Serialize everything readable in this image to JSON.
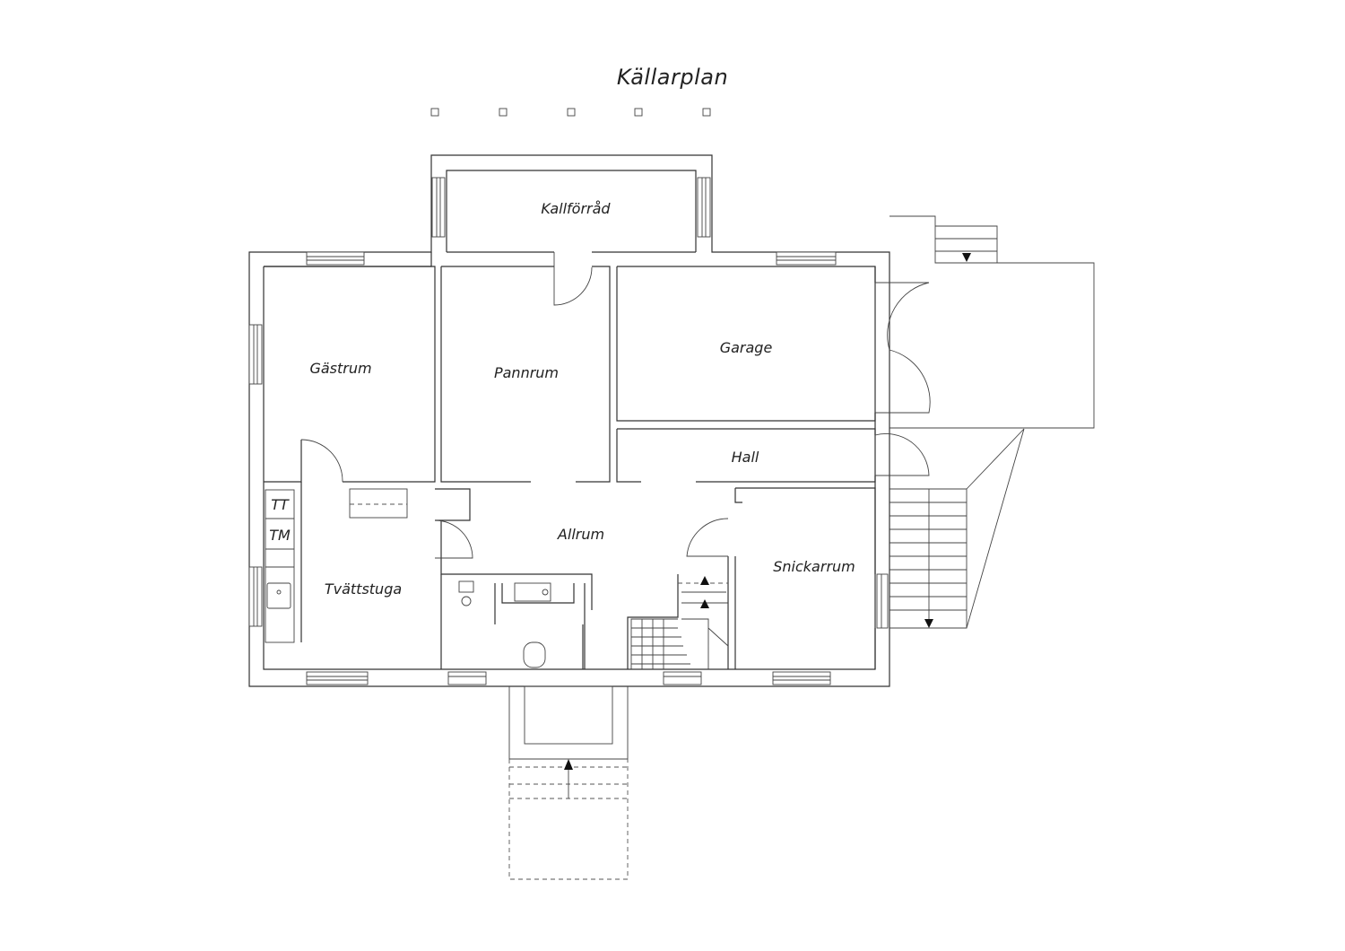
{
  "title": "Källarplan",
  "rooms": {
    "kallforrad": "Kallförråd",
    "gastrum": "Gästrum",
    "pannrum": "Pannrum",
    "garage": "Garage",
    "hall": "Hall",
    "allrum": "Allrum",
    "snickarrum": "Snickarrum",
    "tvattstuga": "Tvättstuga"
  },
  "appliances": {
    "tt": "TT",
    "tm": "TM"
  },
  "colors": {
    "line": "#333333",
    "text": "#222222",
    "background": "#ffffff"
  }
}
